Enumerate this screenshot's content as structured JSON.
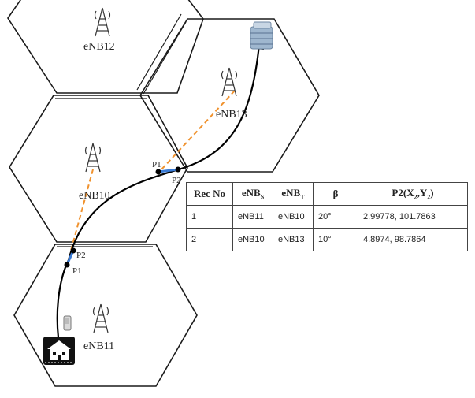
{
  "cells": [
    {
      "id": "enb12",
      "label": "eNB12"
    },
    {
      "id": "enb13",
      "label": "eNB13"
    },
    {
      "id": "enb10",
      "label": "eNB10"
    },
    {
      "id": "enb11",
      "label": "eNB11"
    }
  ],
  "points": {
    "p1": "P1",
    "p2": "P2"
  },
  "table": {
    "headers": {
      "rec_no": "Rec No",
      "enb_s": "eNB",
      "enb_s_sub": "S",
      "enb_t": "eNB",
      "enb_t_sub": "T",
      "beta": "β",
      "p2": "P2(X",
      "p2_sub_x": "2",
      "p2_mid": ",Y",
      "p2_sub_y": "2",
      "p2_end": ")"
    },
    "rows": [
      {
        "rec_no": "1",
        "enb_s": "eNB11",
        "enb_t": "eNB10",
        "beta": "20°",
        "p2": "2.99778, 101.7863"
      },
      {
        "rec_no": "2",
        "enb_s": "eNB10",
        "enb_t": "eNB13",
        "beta": "10°",
        "p2": "4.8974, 98.7864"
      }
    ]
  },
  "colors": {
    "handover_dashed": "#f0922e",
    "segment": "#3a7bd5",
    "cell_border": "#1a1a1a",
    "path": "#000000"
  }
}
